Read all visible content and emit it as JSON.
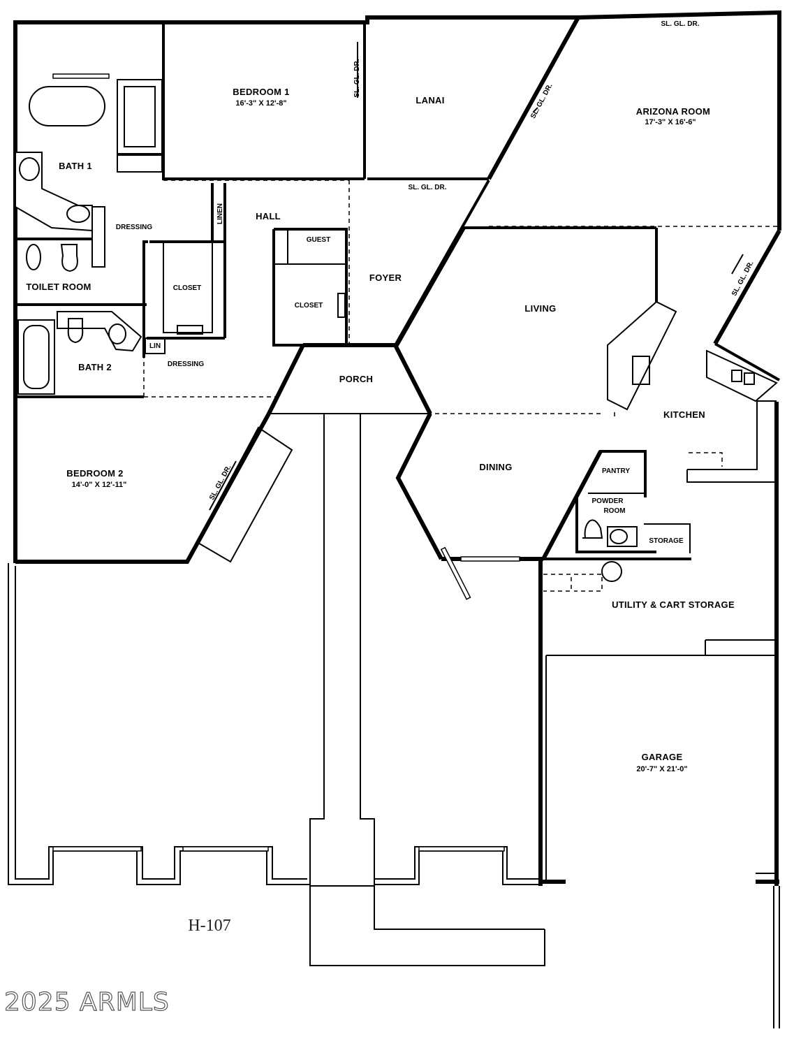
{
  "plan_code": "H-107",
  "watermark": "2025 ARMLS",
  "rooms": {
    "bedroom1": {
      "name": "BEDROOM 1",
      "dim": "16'-3\" X 12'-8\""
    },
    "lanai": {
      "name": "LANAI"
    },
    "arizona_room": {
      "name": "ARIZONA ROOM",
      "dim": "17'-3\" X 16'-6\""
    },
    "bath1": {
      "name": "BATH 1"
    },
    "dressing1": {
      "name": "DRESSING"
    },
    "linen": {
      "name": "LINEN"
    },
    "hall": {
      "name": "HALL"
    },
    "guest": {
      "name": "GUEST"
    },
    "foyer": {
      "name": "FOYER"
    },
    "closet1": {
      "name": "CLOSET"
    },
    "closet2": {
      "name": "CLOSET"
    },
    "toilet_room": {
      "name": "TOILET ROOM"
    },
    "living": {
      "name": "LIVING"
    },
    "bath2": {
      "name": "BATH 2"
    },
    "lin": {
      "name": "LIN"
    },
    "dressing2": {
      "name": "DRESSING"
    },
    "porch": {
      "name": "PORCH"
    },
    "kitchen": {
      "name": "KITCHEN"
    },
    "bedroom2": {
      "name": "BEDROOM 2",
      "dim": "14'-0\" X 12'-11\""
    },
    "dining": {
      "name": "DINING"
    },
    "pantry": {
      "name": "PANTRY"
    },
    "powder_room": {
      "name": "POWDER",
      "name2": "ROOM"
    },
    "storage": {
      "name": "STORAGE"
    },
    "utility": {
      "name": "UTILITY & CART STORAGE"
    },
    "garage": {
      "name": "GARAGE",
      "dim": "20'-7\" X 21'-0\""
    }
  },
  "door_labels": {
    "sgd": "SL. GL. DR."
  }
}
